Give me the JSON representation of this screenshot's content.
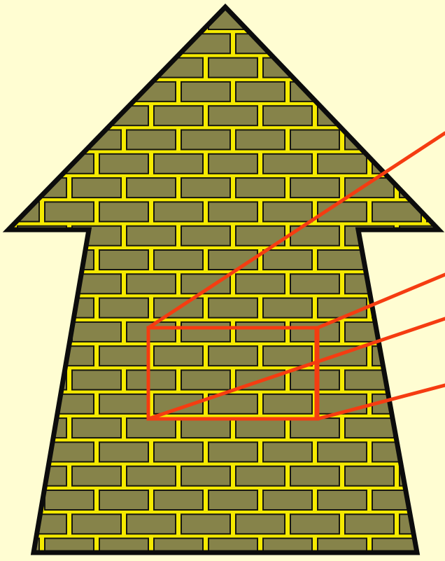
{
  "figure": {
    "subject": "brick-wall-arrow",
    "colors": {
      "background": "#fffdd2",
      "brick_fill": "#86834a",
      "brick_outline": "#17170f",
      "mortar": "#f5ea00",
      "arrow_outline": "#0c0c0c",
      "callout": "#f53c11"
    },
    "arrow": {
      "direction": "up",
      "pattern": "running-bond-bricks"
    },
    "callout": {
      "shape": "rectangle-with-projection-lines",
      "projection_lines": 4,
      "target": "right-edge"
    }
  }
}
